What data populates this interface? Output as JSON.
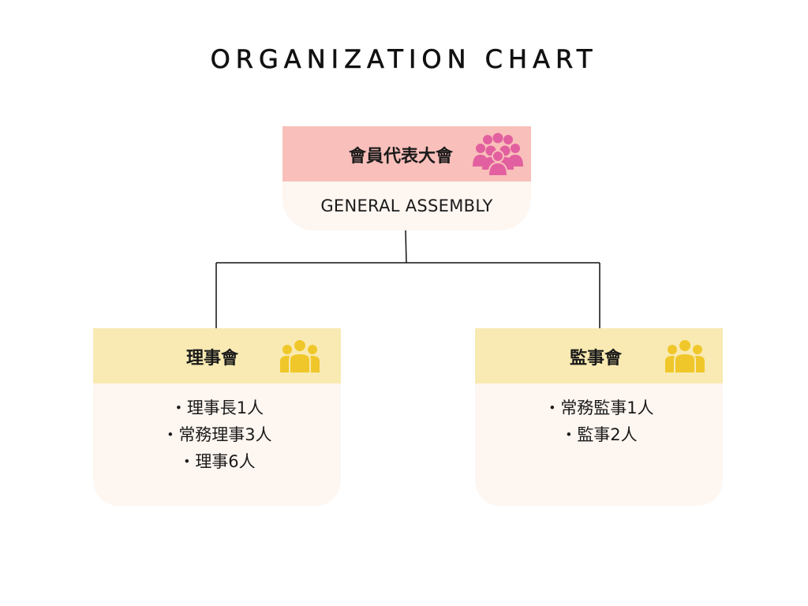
{
  "title": "ORGANIZATION CHART",
  "general_assembly": {
    "label": "會員代表大會",
    "subtitle": "GENERAL ASSEMBLY",
    "icon": "people-group-icon",
    "color": "#f9bfba",
    "icon_color": "#e2609f"
  },
  "boards": [
    {
      "label": "理事會",
      "icon": "team-icon",
      "items": [
        "理事長1人",
        "常務理事3人",
        "理事6人"
      ]
    },
    {
      "label": "監事會",
      "icon": "team-icon",
      "items": [
        "常務監事1人",
        "監事2人"
      ]
    }
  ],
  "colors": {
    "board_header": "#f8eab2",
    "board_icon": "#f0c72a",
    "card_body": "#fdf6f1",
    "connector": "#111111"
  }
}
